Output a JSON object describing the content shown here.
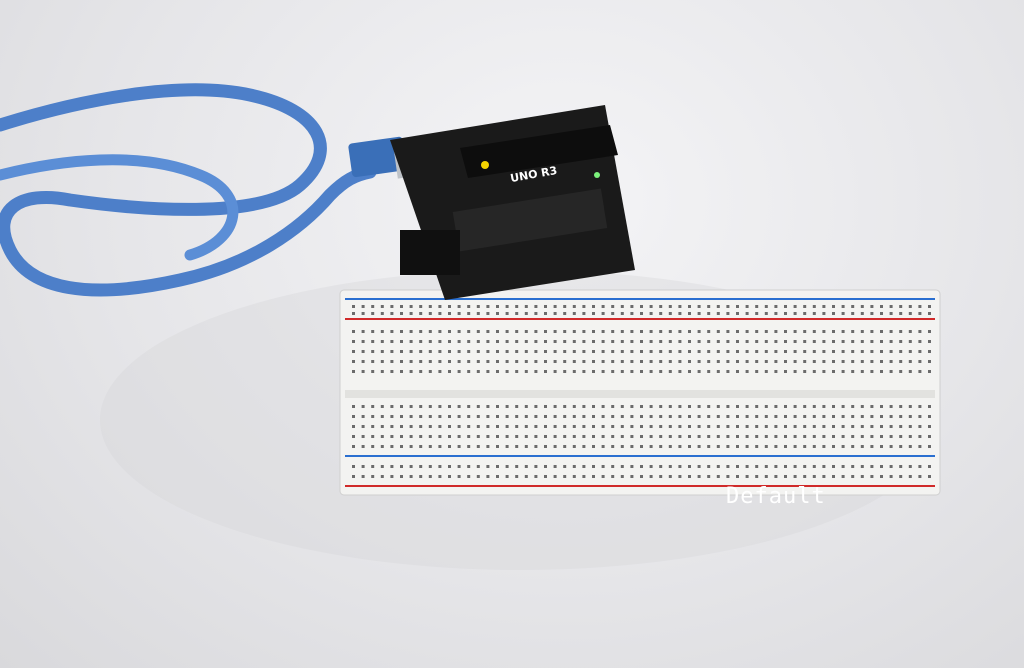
{
  "scene": "arduino-joystick-speaker-lcd-breadboard",
  "colors": {
    "lcd_backlight": "#1e3cf0",
    "lcd_pcb": "#3d8a3a",
    "arduino_pcb": "#1a1a1a",
    "usb_cable": "#4d7fc9",
    "wire_orange": "#e07b2e",
    "wire_white": "#d9dbe5",
    "wire_green": "#1e8a57",
    "wire_blue": "#1b3fb0",
    "wire_red": "#b01a1a",
    "wire_purple": "#4a3a6b",
    "wire_black": "#141414"
  },
  "lcd": {
    "text": "Default"
  },
  "arduino": {
    "logo_text": "UNO R3"
  }
}
